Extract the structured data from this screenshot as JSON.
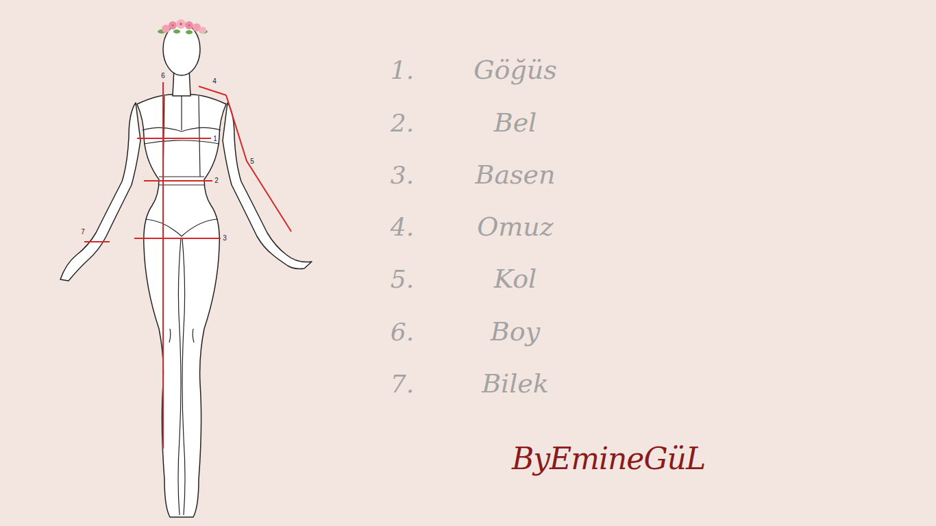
{
  "diagram": {
    "labels": [
      "6",
      "4",
      "1",
      "5",
      "2",
      "7",
      "3",
      "1.",
      "Göğüs",
      "2.",
      "Bel",
      "3.",
      "Basen",
      "4.",
      "Omuz",
      "5.",
      "Kol",
      "6.",
      "Boy",
      "7.",
      "Bilek",
      "ByEmineGüL"
    ]
  }
}
